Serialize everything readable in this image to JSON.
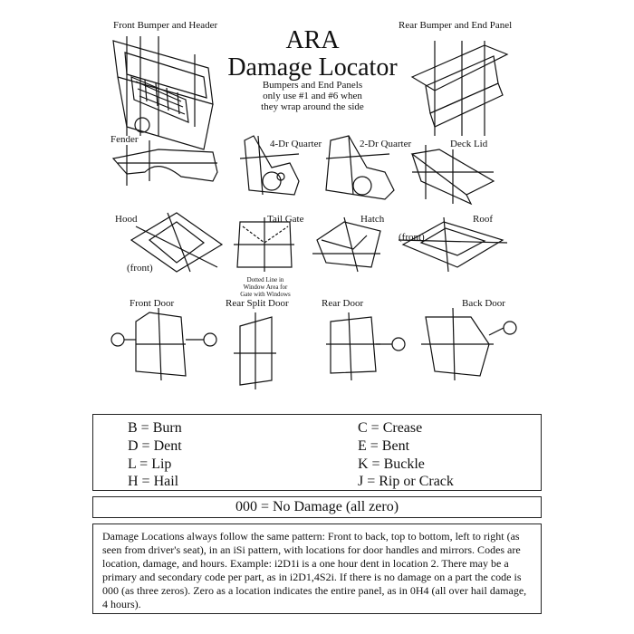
{
  "header": {
    "title_line1": "ARA",
    "title_line2": "Damage Locator",
    "subtitle_line1": "Bumpers and End Panels",
    "subtitle_line2": "only use #1 and #6 when",
    "subtitle_line3": "they wrap around the side"
  },
  "parts": {
    "front_bumper": "Front Bumper and Header",
    "rear_bumper": "Rear Bumper and End Panel",
    "fender": "Fender",
    "quarter_4dr": "4-Dr Quarter",
    "quarter_2dr": "2-Dr Quarter",
    "deck_lid": "Deck Lid",
    "hood": "Hood",
    "hood_front": "(front)",
    "tail_gate": "Tail Gate",
    "tail_gate_note_1": "Dotted Line in",
    "tail_gate_note_2": "Window Area for",
    "tail_gate_note_3": "Gate with Windows",
    "hatch": "Hatch",
    "roof": "Roof",
    "roof_front": "(front)",
    "front_door": "Front Door",
    "rear_split_door": "Rear Split Door",
    "rear_door": "Rear Door",
    "back_door": "Back Door"
  },
  "codes": [
    {
      "left": "B = Burn",
      "right": "C = Crease"
    },
    {
      "left": "D = Dent",
      "right": "E = Bent"
    },
    {
      "left": "L = Lip",
      "right": "K = Buckle"
    },
    {
      "left": "H = Hail",
      "right": "J = Rip or Crack"
    }
  ],
  "no_damage": "000 = No Damage (all zero)",
  "description": "Damage Locations always follow the same pattern: Front to back, top to bottom, left to right (as seen from driver's seat), in an iSi pattern, with locations for door handles and mirrors. Codes are location, damage, and hours. Example: i2D1i is a one hour dent in location 2. There may be a primary and secondary code per part, as in i2D1,4S2i. If there is no damage on a part the code is 000 (as three zeros). Zero as a location indicates the entire panel, as in 0H4 (all over hail damage, 4 hours)."
}
